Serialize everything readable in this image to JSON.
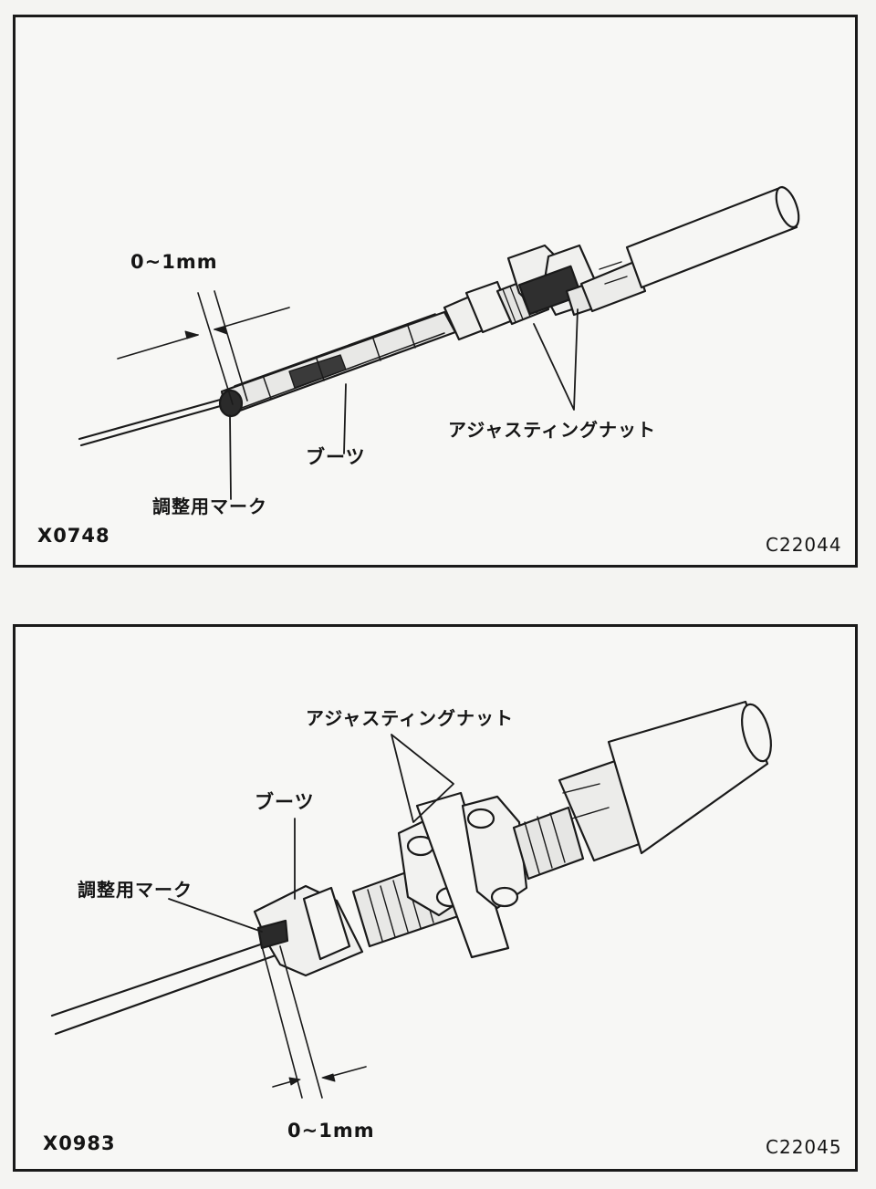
{
  "figures": [
    {
      "id_left": "X0748",
      "id_right": "C22044",
      "labels": {
        "gap": "0~1mm",
        "boot": "ブーツ",
        "adjusting_nut": "アジャスティングナット",
        "adjust_mark": "調整用マーク"
      }
    },
    {
      "id_left": "X0983",
      "id_right": "C22045",
      "labels": {
        "gap": "0~1mm",
        "boot": "ブーツ",
        "adjusting_nut": "アジャスティングナット",
        "adjust_mark": "調整用マーク"
      }
    }
  ]
}
